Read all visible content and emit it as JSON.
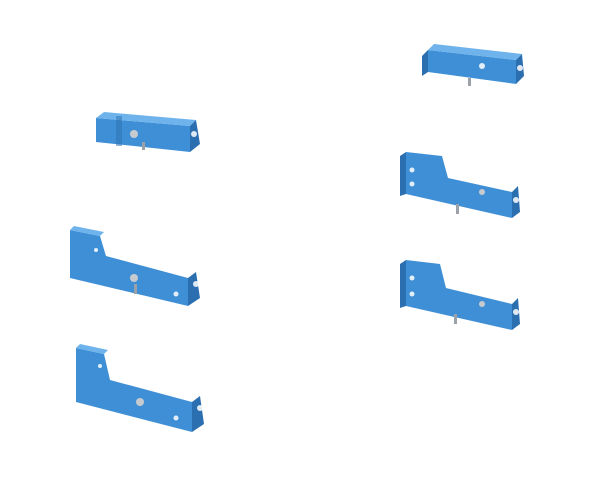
{
  "scene": {
    "background_color": "#ffffff",
    "bracket_color": "#3f8fd6",
    "bracket_shadow": "#2b6fb0",
    "bracket_highlight": "#6fb3ec",
    "hardware_color": "#c7cbd0",
    "bracket_count": 6
  },
  "brackets": [
    {
      "name": "bracket-small-left",
      "shape": "short-channel"
    },
    {
      "name": "bracket-small-right",
      "shape": "short-channel"
    },
    {
      "name": "bracket-stepped-left-middle",
      "shape": "stepped-plate"
    },
    {
      "name": "bracket-stepped-right-upper",
      "shape": "stepped-plate"
    },
    {
      "name": "bracket-stepped-left-lower",
      "shape": "stepped-plate"
    },
    {
      "name": "bracket-stepped-right-lower",
      "shape": "stepped-plate"
    }
  ]
}
